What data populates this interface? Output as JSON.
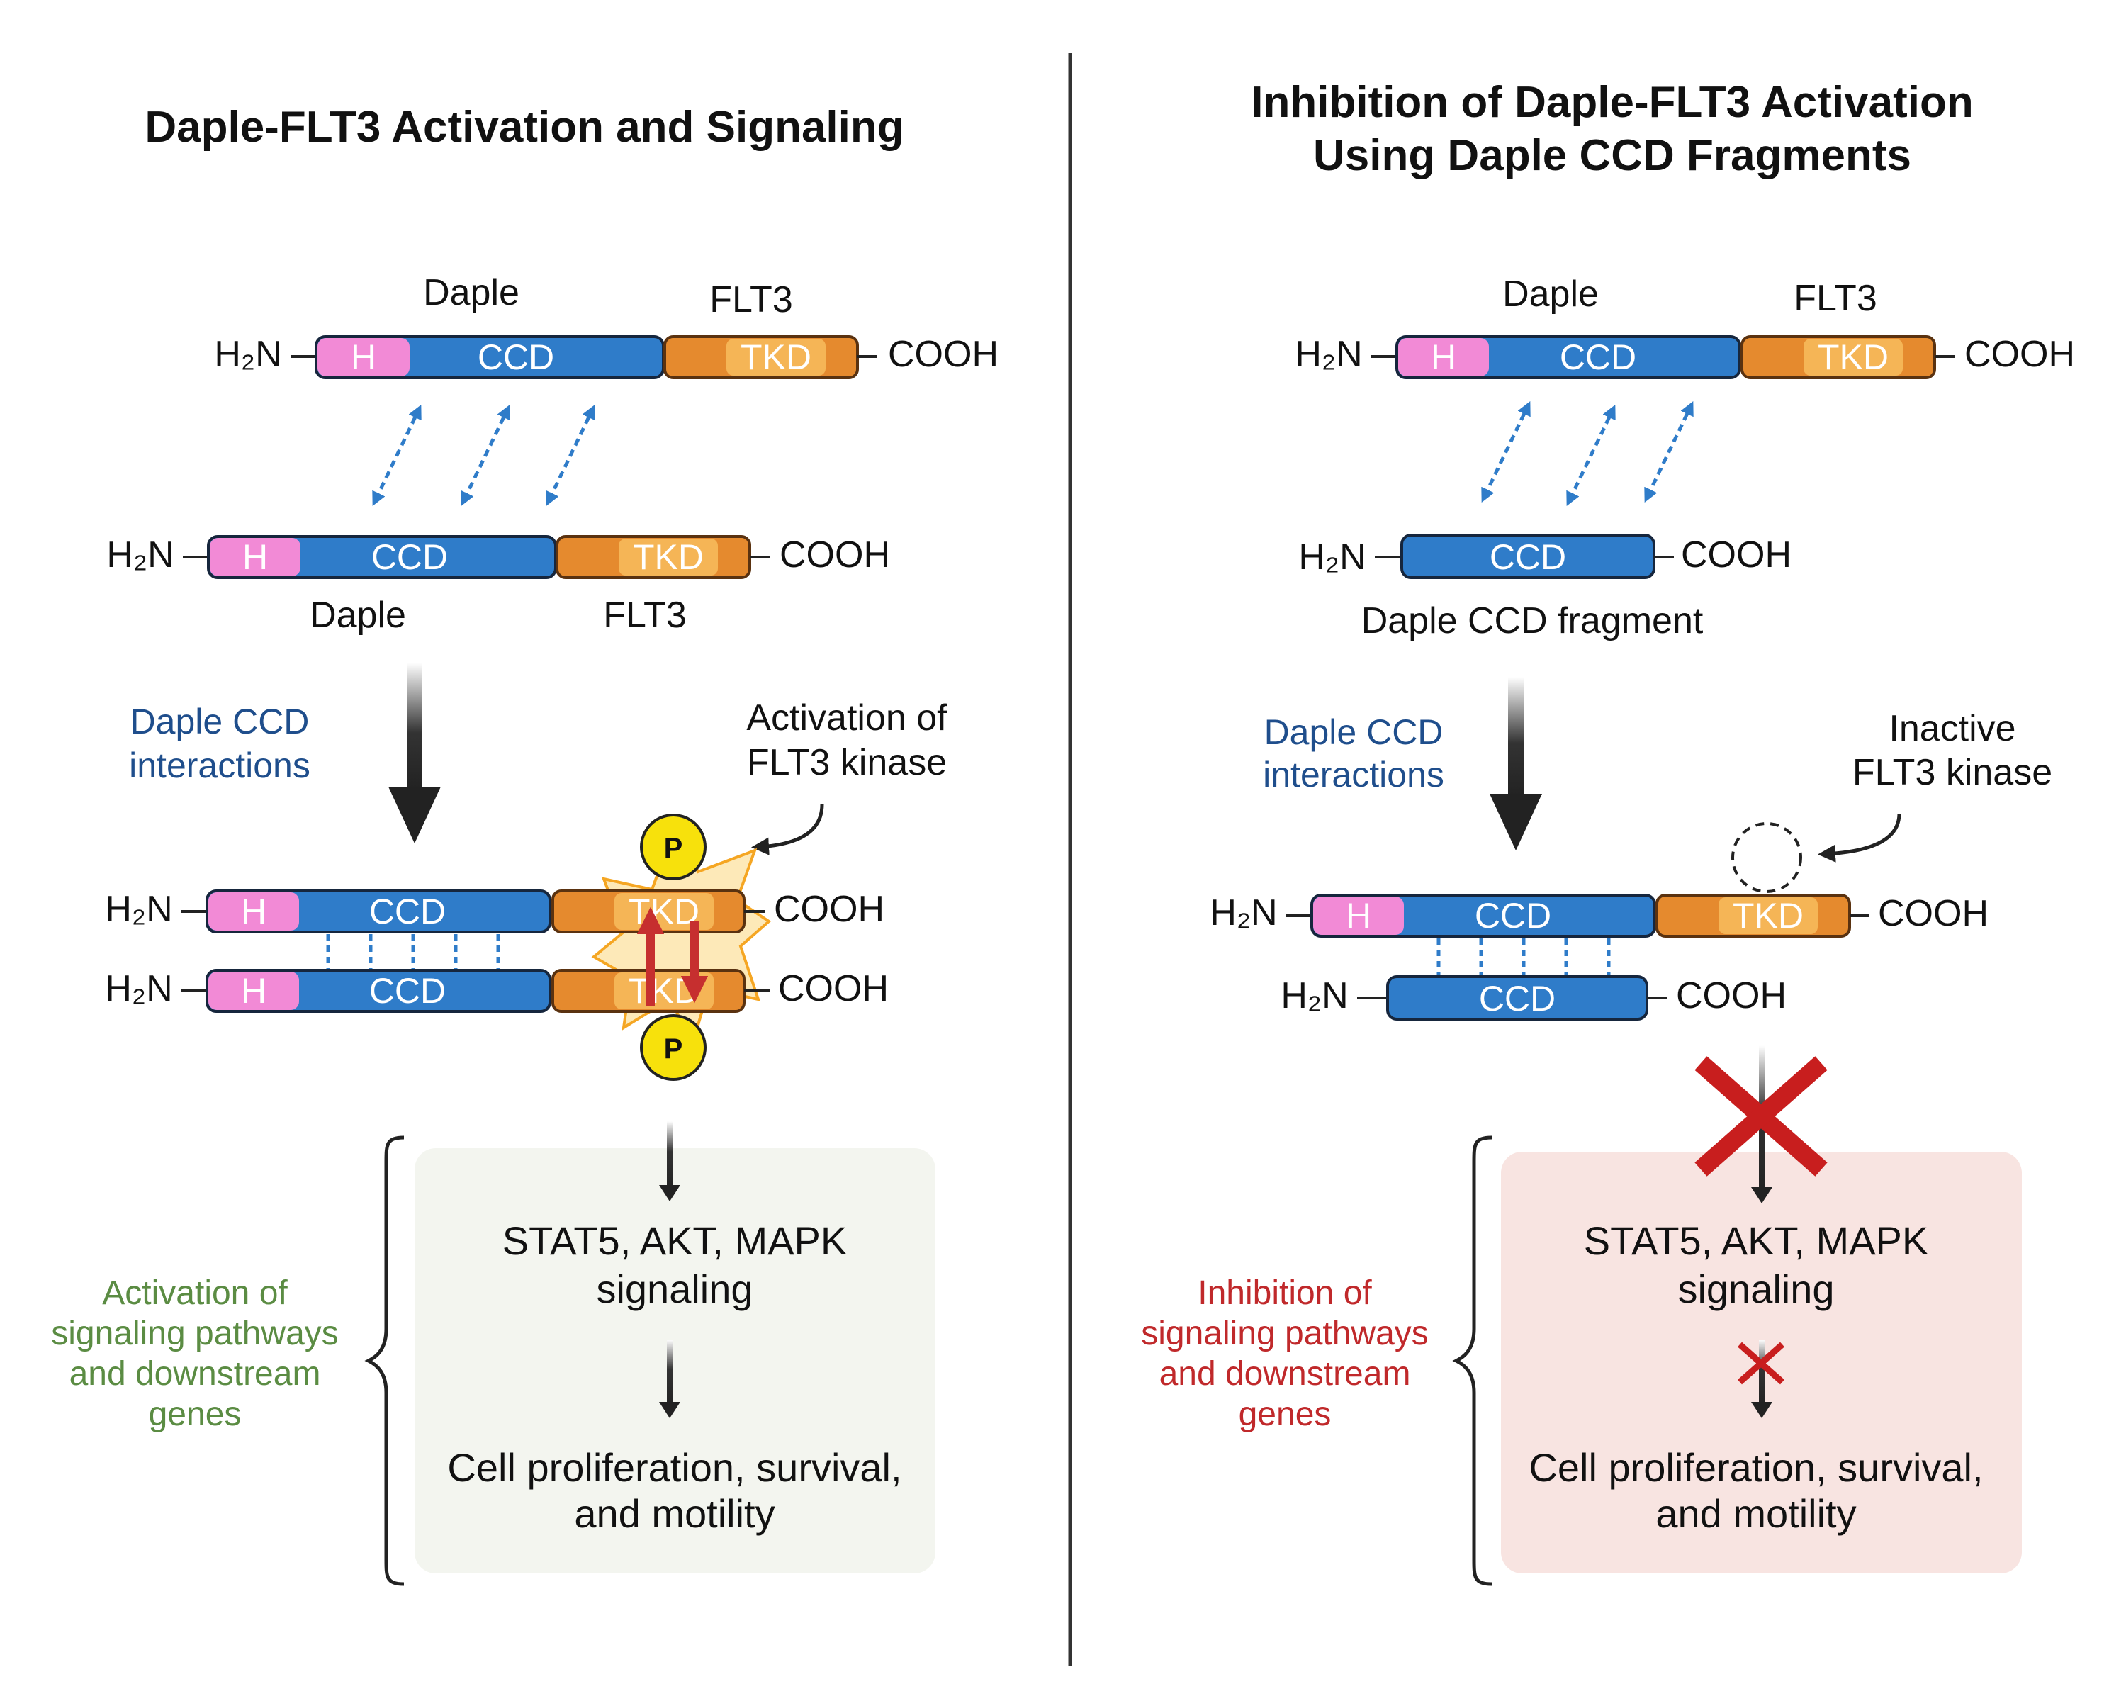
{
  "left": {
    "title": "Daple-FLT3 Activation and Signaling",
    "top_pair": {
      "daple_label": "Daple",
      "flt3_label": "FLT3",
      "n_term": "H₂N",
      "c_term": "COOH",
      "domains": {
        "h": "H",
        "ccd": "CCD",
        "tkd": "TKD"
      }
    },
    "bottom_pair": {
      "daple_label": "Daple",
      "flt3_label": "FLT3",
      "n_term": "H₂N",
      "c_term": "COOH",
      "domains": {
        "h": "H",
        "ccd": "CCD",
        "tkd": "TKD"
      }
    },
    "interaction_label": [
      "Daple CCD",
      "interactions"
    ],
    "callout": [
      "Activation of",
      "FLT3 kinase"
    ],
    "dimer": {
      "n_term": "H₂N",
      "c_term": "COOH",
      "domains": {
        "h": "H",
        "ccd": "CCD",
        "tkd": "TKD"
      },
      "phospho": "P"
    },
    "side_label": [
      "Activation of",
      "signaling pathways",
      "and downstream",
      "genes"
    ],
    "box": {
      "signaling": [
        "STAT5, AKT, MAPK",
        "signaling"
      ],
      "outcome": [
        "Cell proliferation, survival,",
        "and motility"
      ]
    },
    "colors": {
      "panel_bg": "#f3f5ef",
      "side_label": "#5b8c43"
    }
  },
  "right": {
    "title": [
      "Inhibition of Daple-FLT3 Activation",
      "Using Daple CCD Fragments"
    ],
    "top_pair": {
      "daple_label": "Daple",
      "flt3_label": "FLT3",
      "n_term": "H₂N",
      "c_term": "COOH",
      "domains": {
        "h": "H",
        "ccd": "CCD",
        "tkd": "TKD"
      }
    },
    "fragment": {
      "n_term": "H₂N",
      "c_term": "COOH",
      "ccd": "CCD",
      "label": "Daple CCD fragment"
    },
    "interaction_label": [
      "Daple CCD",
      "interactions"
    ],
    "callout": [
      "Inactive",
      "FLT3 kinase"
    ],
    "complex": {
      "n_term": "H₂N",
      "c_term": "COOH",
      "domains": {
        "h": "H",
        "ccd": "CCD",
        "tkd": "TKD"
      }
    },
    "side_label": [
      "Inhibition of",
      "signaling pathways",
      "and downstream",
      "genes"
    ],
    "box": {
      "signaling": [
        "STAT5, AKT, MAPK",
        "signaling"
      ],
      "outcome": [
        "Cell proliferation, survival,",
        "and motility"
      ]
    },
    "colors": {
      "panel_bg": "#f8e4e1",
      "side_label": "#c0292b",
      "block_x": "#c81e1e"
    }
  },
  "palette": {
    "h_domain": "#f28ad6",
    "ccd_domain": "#2f7cc9",
    "flt3_body": "#e58a2e",
    "tkd_domain": "#f5b556",
    "phospho": "#f7e10c",
    "up_arrow": "#c62f2f"
  }
}
